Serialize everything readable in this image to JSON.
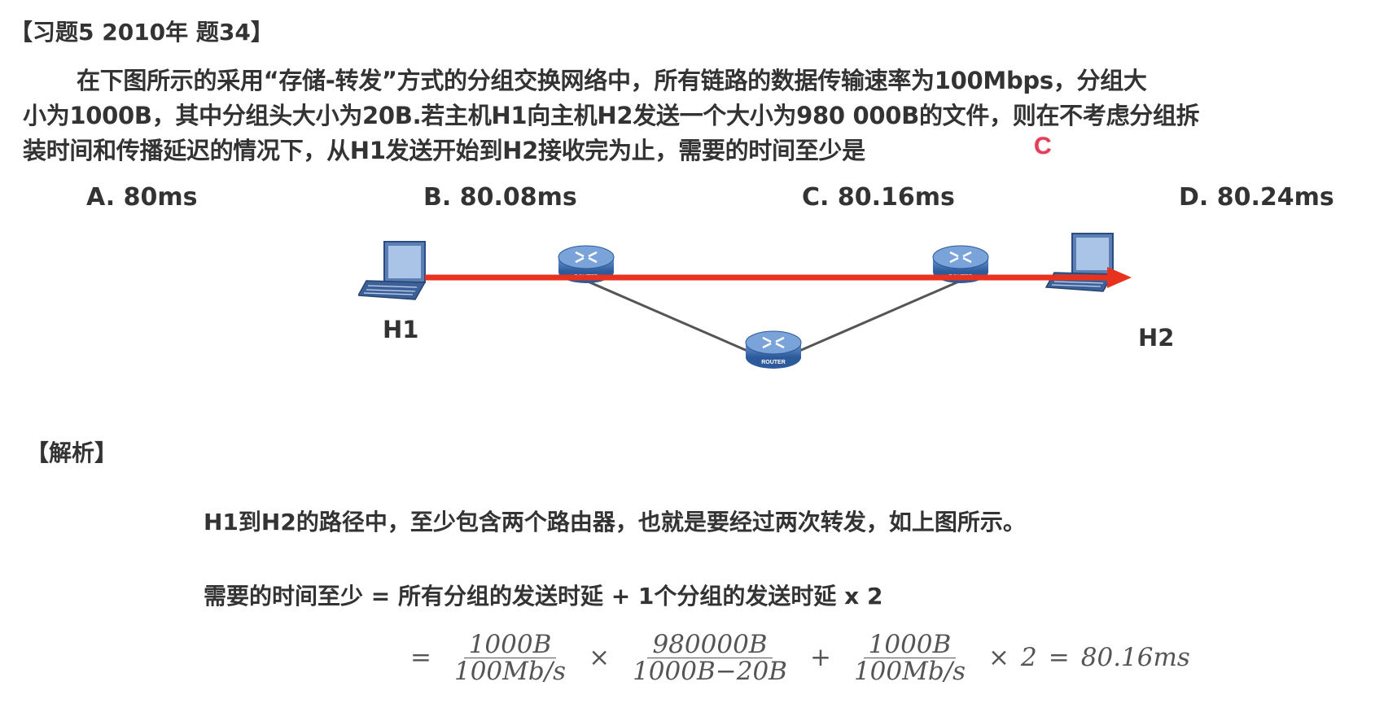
{
  "title": "【习题5  2010年 题34】",
  "question": {
    "line1": "在下图所示的采用“存储-转发”方式的分组交换网络中，所有链路的数据传输速率为100Mbps，分组大",
    "line2": "小为1000B，其中分组头大小为20B.若主机H1向主机H2发送一个大小为980 000B的文件，则在不考虑分组拆",
    "line3": "装时间和传播延迟的情况下，从H1发送开始到H2接收完为止，需要的时间至少是",
    "handwritten_answer": "C"
  },
  "options": {
    "a": "A. 80ms",
    "b": "B. 80.08ms",
    "c": "C. 80.16ms",
    "d": "D. 80.24ms"
  },
  "diagram": {
    "host1_label": "H1",
    "host2_label": "H2",
    "router_label": "ROUTER",
    "arrow_color": "#e8321e",
    "link_color": "#555555",
    "router_color": "#3d6fb2"
  },
  "analysis": {
    "title": "【解析】",
    "text": "H1到H2的路径中，至少包含两个路由器，也就是要经过两次转发，如上图所示。",
    "formula_text": "需要的时间至少 = 所有分组的发送时延 + 1个分组的发送时延 x 2",
    "formula": {
      "eq1": "=",
      "frac1_num": "1000B",
      "frac1_den": "100Mb/s",
      "times1": "×",
      "frac2_num": "980000B",
      "frac2_den": "1000B−20B",
      "plus": "+",
      "frac3_num": "1000B",
      "frac3_den": "100Mb/s",
      "times2": "×",
      "two": "2",
      "eq2": "=",
      "result": "80.16ms"
    }
  }
}
